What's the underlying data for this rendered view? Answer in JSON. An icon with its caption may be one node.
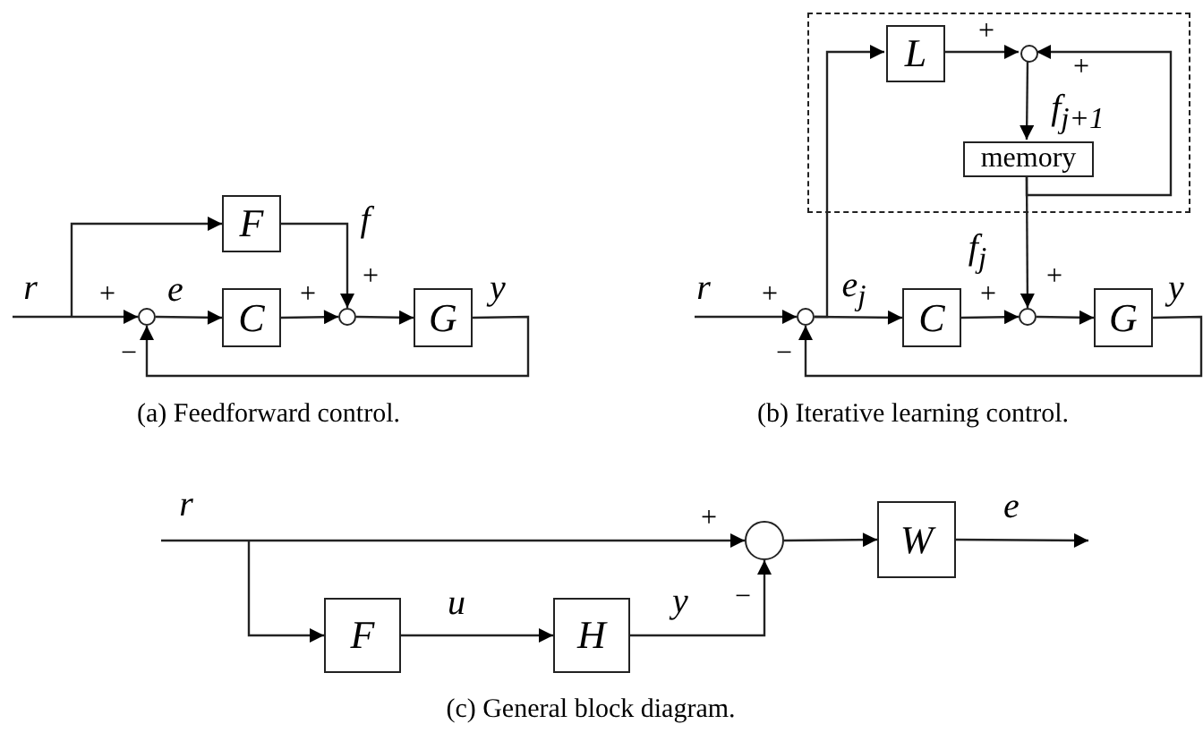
{
  "diagram": {
    "nodes": [
      {
        "text": [
          "F"
        ]
      },
      {
        "text": [],
        "shape": "circle"
      },
      {
        "text": [
          "C"
        ]
      },
      {
        "text": [],
        "shape": "circle"
      },
      {
        "text": [
          "G"
        ]
      },
      {
        "text": [],
        "shape": "box"
      },
      {
        "text": [
          "L"
        ],
        "in": 5
      },
      {
        "text": [],
        "shape": "circle",
        "in": 5
      },
      {
        "text": [
          "memory"
        ],
        "in": 5
      },
      {
        "text": [],
        "shape": "circle"
      },
      {
        "text": [
          "C"
        ]
      },
      {
        "text": [],
        "shape": "circle"
      },
      {
        "text": [
          "G"
        ]
      },
      {
        "text": [],
        "shape": "circle"
      },
      {
        "text": [
          "W"
        ]
      },
      {
        "text": [
          "F"
        ]
      },
      {
        "text": [
          "H"
        ]
      }
    ],
    "edges": [
      {
        "from": null,
        "to": 1,
        "arrow": "to"
      },
      {
        "from": null,
        "to": 0,
        "arrow": "to"
      },
      {
        "from": 1,
        "to": 2,
        "arrow": "to"
      },
      {
        "from": 2,
        "to": 3,
        "arrow": "to"
      },
      {
        "from": 0,
        "to": 3,
        "arrow": "to"
      },
      {
        "from": 3,
        "to": 4,
        "arrow": "to"
      },
      {
        "from": 4,
        "to": 1,
        "arrow": "to"
      },
      {
        "from": null,
        "to": 9,
        "arrow": "to"
      },
      {
        "from": 9,
        "to": 10,
        "arrow": "to"
      },
      {
        "from": 9,
        "to": 6,
        "arrow": "to"
      },
      {
        "from": 6,
        "to": 7,
        "arrow": "to"
      },
      {
        "from": 7,
        "to": 8,
        "arrow": "to"
      },
      {
        "from": 8,
        "to": 7,
        "arrow": "to"
      },
      {
        "from": 8,
        "to": 11,
        "arrow": "to"
      },
      {
        "from": 10,
        "to": 11,
        "arrow": "to"
      },
      {
        "from": 11,
        "to": 12,
        "arrow": "to"
      },
      {
        "from": 12,
        "to": 9,
        "arrow": "to"
      },
      {
        "from": null,
        "to": 13,
        "arrow": "to"
      },
      {
        "from": null,
        "to": 15,
        "arrow": "to"
      },
      {
        "from": 15,
        "to": 16,
        "arrow": "to"
      },
      {
        "from": 16,
        "to": 13,
        "arrow": "to"
      },
      {
        "from": 13,
        "to": 14,
        "arrow": "to"
      },
      {
        "from": 14,
        "to": null,
        "arrow": "to"
      }
    ],
    "labels": [
      "+",
      "+",
      "f$_{j+1}$",
      "f",
      "f$_{j}$",
      "+",
      "+",
      "r",
      "+",
      "e",
      "+",
      "y",
      "r",
      "+",
      "e$_{j}$",
      "+",
      "y",
      "−",
      "−",
      "(a) Feedforward control.",
      "(b) Iterative learning control.",
      "r",
      "+",
      "e",
      "u",
      "y",
      "−",
      "(c) General block diagram."
    ]
  }
}
